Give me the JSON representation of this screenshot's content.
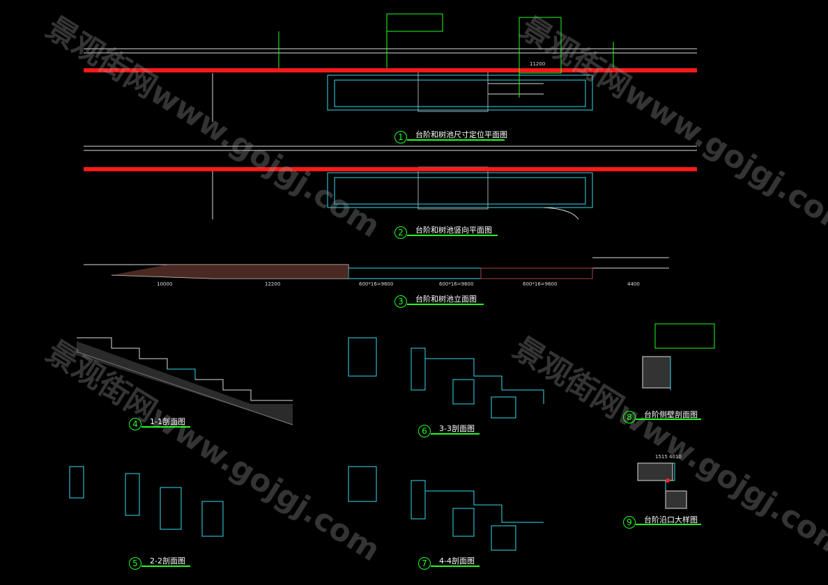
{
  "drawings": [
    {
      "num": "1",
      "title": "台阶和树池尺寸定位平面图"
    },
    {
      "num": "2",
      "title": "台阶和树池竖向平面图"
    },
    {
      "num": "3",
      "title": "台阶和树池立面图"
    },
    {
      "num": "4",
      "title": "1-1剖面图"
    },
    {
      "num": "5",
      "title": "2-2剖面图"
    },
    {
      "num": "6",
      "title": "3-3剖面图"
    },
    {
      "num": "7",
      "title": "4-4剖面图"
    },
    {
      "num": "8",
      "title": "台阶侧壁剖面图"
    },
    {
      "num": "9",
      "title": "台阶沿口大样图"
    }
  ],
  "dimensions": {
    "elev_left": "10000",
    "elev_mid": "12200",
    "elev_a": "600*16=9600",
    "elev_b": "600*16=9600",
    "elev_c": "600*16=9600",
    "elev_right": "4400",
    "plan_right": "11200",
    "detail9_top": "1515 4010"
  },
  "watermark": {
    "text_a": "景观街网www.gojgj.com",
    "text_b": "景观街网www.gojgj.com"
  },
  "colors": {
    "red": "#ff1a1a",
    "green": "#22ff22",
    "cyan": "#33ddee"
  }
}
